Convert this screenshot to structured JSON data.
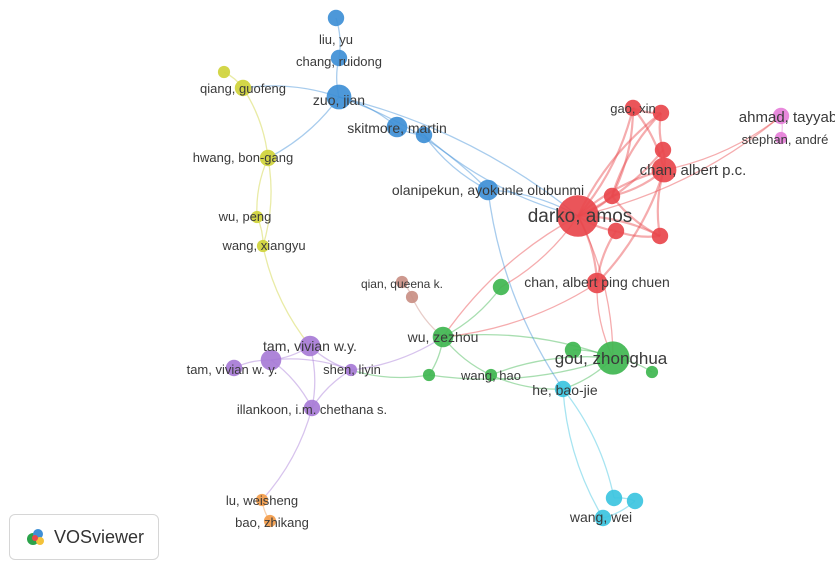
{
  "app": {
    "name": "VOSviewer"
  },
  "clusters": {
    "red": "#e8474c",
    "blue": "#3e8fd6",
    "green": "#3fb650",
    "yellow": "#cfd23a",
    "purple": "#a77bd6",
    "cyan": "#3cc4e0",
    "orange": "#f39c4a",
    "pink": "#e67fd9",
    "brown": "#c98f84"
  },
  "nodes": [
    {
      "id": "liu_yu",
      "label": "liu, yu",
      "cluster": "blue",
      "weight": 2
    },
    {
      "id": "chang_ruidong",
      "label": "chang, ruidong",
      "cluster": "blue",
      "weight": 2
    },
    {
      "id": "zuo_jian",
      "label": "zuo, jian",
      "cluster": "blue",
      "weight": 4
    },
    {
      "id": "skitmore_martin",
      "label": "skitmore, martin",
      "cluster": "blue",
      "weight": 3
    },
    {
      "id": "skitmore_b",
      "label": "",
      "cluster": "blue",
      "weight": 2
    },
    {
      "id": "olanipekun",
      "label": "olanipekun, ayokunle olubunmi",
      "cluster": "blue",
      "weight": 3
    },
    {
      "id": "qiang_guofeng",
      "label": "qiang, guofeng",
      "cluster": "yellow",
      "weight": 2
    },
    {
      "id": "yellow_small",
      "label": "",
      "cluster": "yellow",
      "weight": 1
    },
    {
      "id": "hwang_bon_gang",
      "label": "hwang, bon-gang",
      "cluster": "yellow",
      "weight": 2
    },
    {
      "id": "wu_peng",
      "label": "wu, peng",
      "cluster": "yellow",
      "weight": 1
    },
    {
      "id": "wang_xiangyu",
      "label": "wang, xiangyu",
      "cluster": "yellow",
      "weight": 1
    },
    {
      "id": "darko_amos",
      "label": "darko, amos",
      "cluster": "red",
      "weight": 8
    },
    {
      "id": "gao_xin",
      "label": "gao, xin",
      "cluster": "red",
      "weight": 2
    },
    {
      "id": "red_a",
      "label": "",
      "cluster": "red",
      "weight": 2
    },
    {
      "id": "red_b",
      "label": "",
      "cluster": "red",
      "weight": 2
    },
    {
      "id": "chan_albert_pc",
      "label": "chan, albert p.c.",
      "cluster": "red",
      "weight": 4
    },
    {
      "id": "red_c",
      "label": "",
      "cluster": "red",
      "weight": 2
    },
    {
      "id": "red_d",
      "label": "",
      "cluster": "red",
      "weight": 2
    },
    {
      "id": "red_e",
      "label": "",
      "cluster": "red",
      "weight": 2
    },
    {
      "id": "chan_albert_ping_chuen",
      "label": "chan, albert ping chuen",
      "cluster": "red",
      "weight": 3
    },
    {
      "id": "ahmad_tayyab",
      "label": "ahmad, tayyab",
      "cluster": "pink",
      "weight": 2
    },
    {
      "id": "stephan_andre",
      "label": "stephan, andré",
      "cluster": "pink",
      "weight": 1
    },
    {
      "id": "qian_queena",
      "label": "qian, queena k.",
      "cluster": "brown",
      "weight": 1
    },
    {
      "id": "brown_b",
      "label": "",
      "cluster": "brown",
      "weight": 1
    },
    {
      "id": "green_top",
      "label": "",
      "cluster": "green",
      "weight": 2
    },
    {
      "id": "wu_zezhou",
      "label": "wu, zezhou",
      "cluster": "green",
      "weight": 3
    },
    {
      "id": "green_mid",
      "label": "",
      "cluster": "green",
      "weight": 2
    },
    {
      "id": "gou_zhonghua",
      "label": "gou, zhonghua",
      "cluster": "green",
      "weight": 6
    },
    {
      "id": "green_right",
      "label": "",
      "cluster": "green",
      "weight": 1
    },
    {
      "id": "wang_hao",
      "label": "wang, hao",
      "cluster": "green",
      "weight": 1
    },
    {
      "id": "green_left",
      "label": "",
      "cluster": "green",
      "weight": 1
    },
    {
      "id": "he_bao_jie",
      "label": "he, bao-jie",
      "cluster": "cyan",
      "weight": 2
    },
    {
      "id": "cyan_a",
      "label": "",
      "cluster": "cyan",
      "weight": 2
    },
    {
      "id": "cyan_b",
      "label": "",
      "cluster": "cyan",
      "weight": 2
    },
    {
      "id": "wang_wei",
      "label": "wang, wei",
      "cluster": "cyan",
      "weight": 2
    },
    {
      "id": "tam_vivian_wy",
      "label": "tam, vivian w.y.",
      "cluster": "purple",
      "weight": 3
    },
    {
      "id": "tam_vivian_w_y",
      "label": "tam, vivian w. y.",
      "cluster": "purple",
      "weight": 2
    },
    {
      "id": "purple_mid",
      "label": "",
      "cluster": "purple",
      "weight": 3
    },
    {
      "id": "shen_liyin",
      "label": "shen, liyin",
      "cluster": "purple",
      "weight": 1
    },
    {
      "id": "illankoon",
      "label": "illankoon, i.m. chethana s.",
      "cluster": "purple",
      "weight": 2
    },
    {
      "id": "lu_weisheng",
      "label": "lu, weisheng",
      "cluster": "orange",
      "weight": 1
    },
    {
      "id": "bao_zhikang",
      "label": "bao, zhikang",
      "cluster": "orange",
      "weight": 1
    }
  ],
  "links": [
    [
      "liu_yu",
      "chang_ruidong"
    ],
    [
      "chang_ruidong",
      "zuo_jian"
    ],
    [
      "zuo_jian",
      "skitmore_martin"
    ],
    [
      "skitmore_martin",
      "skitmore_b"
    ],
    [
      "zuo_jian",
      "olanipekun"
    ],
    [
      "skitmore_b",
      "olanipekun"
    ],
    [
      "zuo_jian",
      "darko_amos"
    ],
    [
      "skitmore_b",
      "darko_amos"
    ],
    [
      "olanipekun",
      "darko_amos"
    ],
    [
      "zuo_jian",
      "qiang_guofeng"
    ],
    [
      "zuo_jian",
      "hwang_bon_gang"
    ],
    [
      "qiang_guofeng",
      "yellow_small"
    ],
    [
      "qiang_guofeng",
      "hwang_bon_gang"
    ],
    [
      "hwang_bon_gang",
      "wu_peng"
    ],
    [
      "wu_peng",
      "wang_xiangyu"
    ],
    [
      "wang_xiangyu",
      "tam_vivian_wy"
    ],
    [
      "hwang_bon_gang",
      "wang_xiangyu"
    ],
    [
      "darko_amos",
      "gao_xin"
    ],
    [
      "darko_amos",
      "red_a"
    ],
    [
      "darko_amos",
      "red_b"
    ],
    [
      "darko_amos",
      "chan_albert_pc"
    ],
    [
      "darko_amos",
      "red_c"
    ],
    [
      "darko_amos",
      "red_d"
    ],
    [
      "darko_amos",
      "red_e"
    ],
    [
      "darko_amos",
      "chan_albert_ping_chuen"
    ],
    [
      "gao_xin",
      "red_a"
    ],
    [
      "gao_xin",
      "chan_albert_pc"
    ],
    [
      "red_a",
      "red_b"
    ],
    [
      "red_b",
      "chan_albert_pc"
    ],
    [
      "chan_albert_pc",
      "red_d"
    ],
    [
      "chan_albert_pc",
      "red_e"
    ],
    [
      "red_c",
      "red_d"
    ],
    [
      "red_d",
      "red_e"
    ],
    [
      "red_c",
      "chan_albert_ping_chuen"
    ],
    [
      "gao_xin",
      "red_e"
    ],
    [
      "red_a",
      "red_e"
    ],
    [
      "chan_albert_pc",
      "chan_albert_ping_chuen"
    ],
    [
      "chan_albert_pc",
      "ahmad_tayyab"
    ],
    [
      "ahmad_tayyab",
      "stephan_andre"
    ],
    [
      "darko_amos",
      "ahmad_tayyab"
    ],
    [
      "darko_amos",
      "gou_zhonghua"
    ],
    [
      "chan_albert_ping_chuen",
      "gou_zhonghua"
    ],
    [
      "darko_amos",
      "green_top"
    ],
    [
      "darko_amos",
      "wu_zezhou"
    ],
    [
      "qian_queena",
      "brown_b"
    ],
    [
      "brown_b",
      "wu_zezhou"
    ],
    [
      "green_top",
      "wu_zezhou"
    ],
    [
      "wu_zezhou",
      "wang_hao"
    ],
    [
      "wu_zezhou",
      "green_left"
    ],
    [
      "gou_zhonghua",
      "green_mid"
    ],
    [
      "gou_zhonghua",
      "green_right"
    ],
    [
      "gou_zhonghua",
      "wang_hao"
    ],
    [
      "gou_zhonghua",
      "he_bao_jie"
    ],
    [
      "wang_hao",
      "he_bao_jie"
    ],
    [
      "green_left",
      "shen_liyin"
    ],
    [
      "green_left",
      "gou_zhonghua"
    ],
    [
      "wu_zezhou",
      "gou_zhonghua"
    ],
    [
      "olanipekun",
      "he_bao_jie"
    ],
    [
      "he_bao_jie",
      "cyan_a"
    ],
    [
      "he_bao_jie",
      "wang_wei"
    ],
    [
      "cyan_a",
      "cyan_b"
    ],
    [
      "wang_wei",
      "cyan_b"
    ],
    [
      "tam_vivian_wy",
      "purple_mid"
    ],
    [
      "purple_mid",
      "tam_vivian_w_y"
    ],
    [
      "purple_mid",
      "shen_liyin"
    ],
    [
      "tam_vivian_wy",
      "shen_liyin"
    ],
    [
      "purple_mid",
      "illankoon"
    ],
    [
      "shen_liyin",
      "illankoon"
    ],
    [
      "tam_vivian_wy",
      "illankoon"
    ],
    [
      "shen_liyin",
      "wu_zezhou"
    ],
    [
      "illankoon",
      "lu_weisheng"
    ],
    [
      "lu_weisheng",
      "bao_zhikang"
    ],
    [
      "chan_albert_ping_chuen",
      "wu_zezhou"
    ]
  ]
}
